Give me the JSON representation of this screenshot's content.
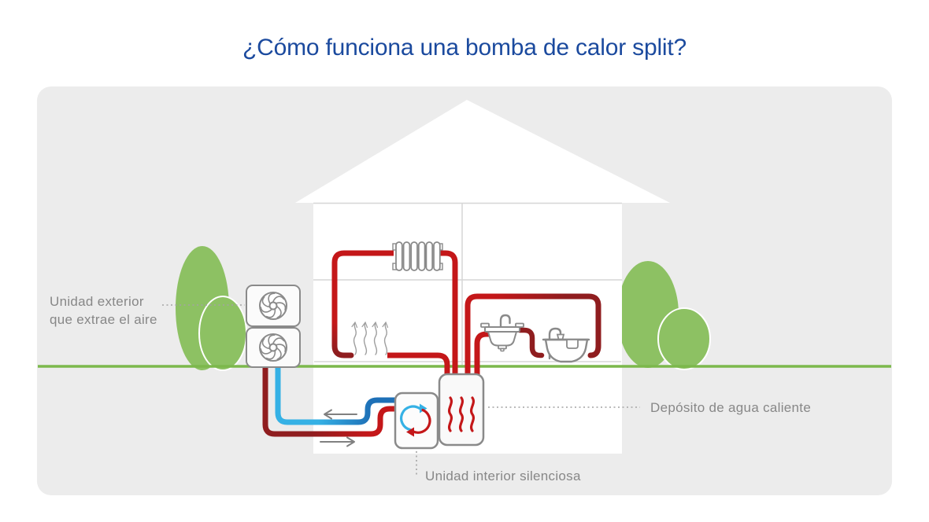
{
  "title": "¿Cómo funciona una bomba de calor split?",
  "labels": {
    "outdoor_line1": "Unidad exterior",
    "outdoor_line2": "que extrae el aire",
    "tank": "Depósito de agua caliente",
    "indoor": "Unidad interior silenciosa"
  },
  "colors": {
    "title_blue": "#1b4a9e",
    "panel_gray": "#ececec",
    "bush_green": "#8dc163",
    "ground_green": "#7cb84c",
    "pipe_red_bright": "#c41719",
    "pipe_red_dark": "#8f1d1f",
    "pipe_blue_light": "#35b1e5",
    "pipe_blue_dark": "#1e70b7",
    "outline_gray": "#8a8a8a",
    "interior_line_gray": "#d6d6d6",
    "label_gray": "#878787",
    "leader_gray": "#a3a3a3",
    "arrow_gray": "#808080",
    "house_white": "#ffffff"
  },
  "icons": {
    "outdoor_unit": "fan-icon",
    "indoor_unit": "refrigerant-cycle-icon",
    "tank": "heat-waves-icon",
    "radiator": "radiator-icon",
    "sink": "sink-icon",
    "bathtub": "bathtub-icon",
    "floor_heat": "rising-heat-icon",
    "flow_left": "arrow-left-icon",
    "flow_right": "arrow-right-icon"
  }
}
